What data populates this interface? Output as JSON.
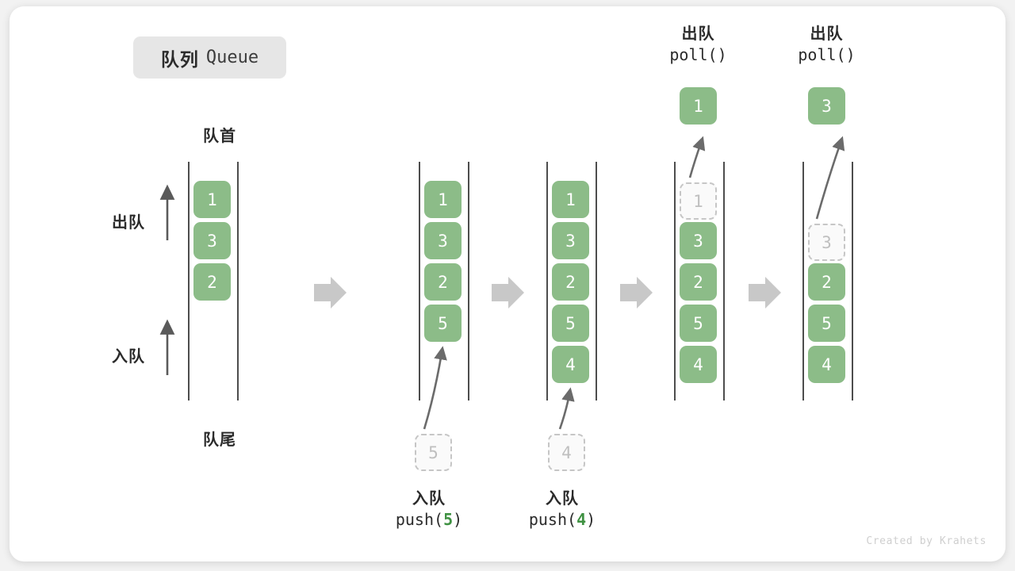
{
  "title": {
    "cn": "队列",
    "en": "Queue"
  },
  "labels": {
    "head": "队首",
    "tail": "队尾",
    "dequeue": "出队",
    "enqueue": "入队"
  },
  "watermark": "Created by Krahets",
  "colors": {
    "cell_green": "#8cbc88",
    "cell_text": "#ffffff",
    "ghost_border": "#c6c6c6",
    "ghost_text": "#bfbfbf",
    "rail": "#4d4d4d",
    "arrow_gray": "#c8c8c8",
    "accent_num": "#3f9142",
    "title_chip_bg": "#e6e6e6"
  },
  "operations": {
    "push5": {
      "cn": "入队",
      "fn": "push(",
      "num": "5",
      "close": ")"
    },
    "push4": {
      "cn": "入队",
      "fn": "push(",
      "num": "4",
      "close": ")"
    },
    "poll1": {
      "cn": "出队",
      "code": "poll()"
    },
    "poll2": {
      "cn": "出队",
      "code": "poll()"
    }
  },
  "columns": [
    {
      "name": "initial",
      "cells": [
        "1",
        "3",
        "2"
      ]
    },
    {
      "name": "after-push-5",
      "cells": [
        "1",
        "3",
        "2",
        "5"
      ]
    },
    {
      "name": "after-push-4",
      "cells": [
        "1",
        "3",
        "2",
        "5",
        "4"
      ]
    },
    {
      "name": "polling-1",
      "cells": [
        "1",
        "3",
        "2",
        "5",
        "4"
      ],
      "ghost_index": 0
    },
    {
      "name": "polling-3",
      "cells": [
        "3",
        "2",
        "5",
        "4"
      ],
      "ghost_index": 0
    }
  ],
  "ghost_inputs": {
    "push5": "5",
    "push4": "4"
  },
  "popped": {
    "first": "1",
    "second": "3"
  }
}
